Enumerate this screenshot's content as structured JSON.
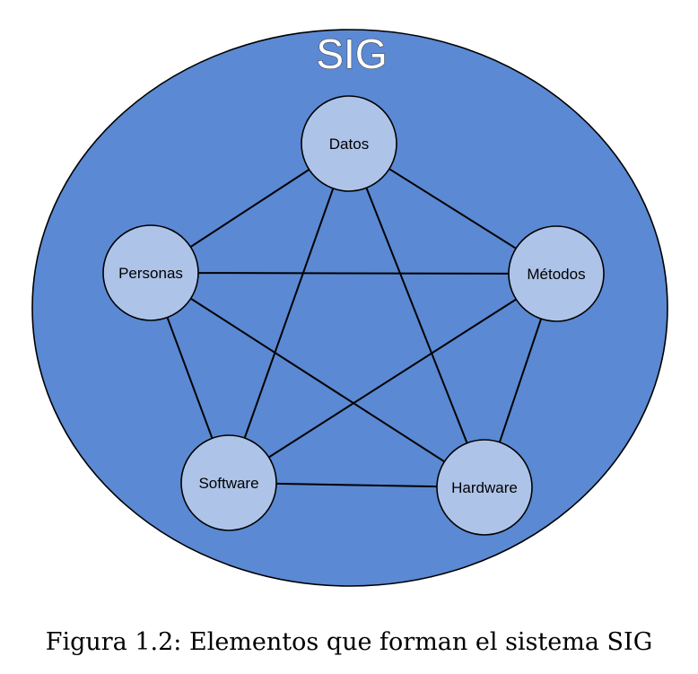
{
  "diagram": {
    "title": "SIG",
    "colors": {
      "outer_fill": "#5b89d3",
      "node_fill": "#aec3e8",
      "line": "#000000"
    },
    "nodes": [
      {
        "id": "datos",
        "label": "Datos"
      },
      {
        "id": "metodos",
        "label": "Métodos"
      },
      {
        "id": "hardware",
        "label": "Hardware"
      },
      {
        "id": "software",
        "label": "Software"
      },
      {
        "id": "personas",
        "label": "Personas"
      }
    ],
    "edges": [
      [
        "datos",
        "metodos"
      ],
      [
        "datos",
        "personas"
      ],
      [
        "datos",
        "software"
      ],
      [
        "datos",
        "hardware"
      ],
      [
        "personas",
        "metodos"
      ],
      [
        "personas",
        "software"
      ],
      [
        "personas",
        "hardware"
      ],
      [
        "metodos",
        "software"
      ],
      [
        "metodos",
        "hardware"
      ],
      [
        "software",
        "hardware"
      ]
    ]
  },
  "caption": "Figura 1.2: Elementos que forman el sistema SIG"
}
